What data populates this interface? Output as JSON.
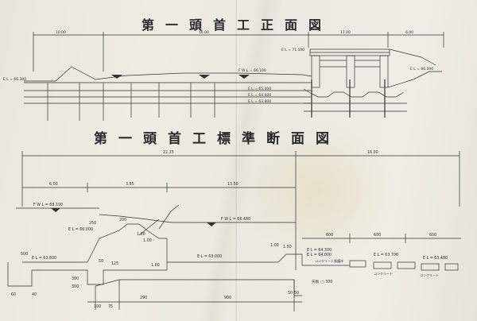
{
  "titles": {
    "front_view": "第一頭首工正面図",
    "standard_section": "第一頭首工標準断面図"
  },
  "front_view": {
    "dims_top": [
      "10.00",
      "16.00",
      "17.00",
      "6.00"
    ],
    "el_left": "E L = 66.300",
    "el_right": "E L = 66.000",
    "fwl": "F W L = 66.100",
    "el_gate_top": "E L = 71.500",
    "el_levels": [
      "E L = 65.000",
      "E L = 64.600",
      "E L = 63.800"
    ]
  },
  "section": {
    "dims_top": [
      "22.25",
      "16.00",
      "6.00",
      "3.85",
      "13.50"
    ],
    "fwl_left": "F W L = 68.100",
    "fwl_right": "F W L = 66.480",
    "el_labels": {
      "crest": "E L = 66.000",
      "apron_left": "E L = 63.800",
      "apron_mid": "E L = 63.000",
      "apron_right": "E L = 64.300",
      "apron_right2": "E L = 64.000",
      "end1": "E L = 63.700",
      "end2": "E L = 63.480"
    },
    "right_dims": [
      "600",
      "600",
      "600"
    ],
    "bottom_dims": [
      "100",
      "75",
      "290",
      "900",
      "50",
      "50",
      "300",
      "60",
      "40",
      "1.00",
      "1.50",
      "1.00"
    ],
    "misc_dims": [
      "500",
      "250",
      "125",
      "200",
      "300",
      "50",
      "1.00",
      "1.00"
    ],
    "notes": [
      "コンクリート張護岸",
      "コンクリート",
      "コンクリート"
    ],
    "pile_note": "矢板 ▢ 300"
  }
}
